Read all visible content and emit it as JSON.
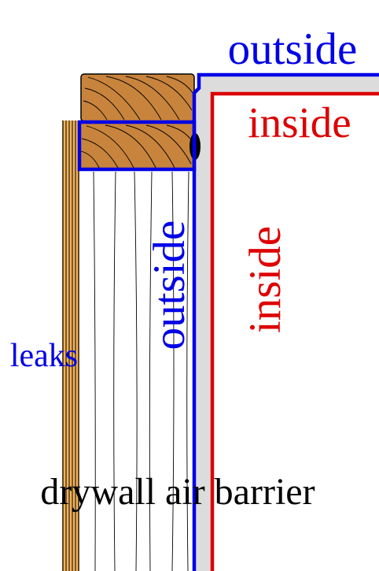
{
  "labels": {
    "outside_top": "outside",
    "inside_top": "inside",
    "outside_vertical": "outside",
    "inside_vertical": "inside",
    "leaks": "leaks",
    "caption": "drywall air barrier"
  },
  "colors": {
    "outside": "#0000e6",
    "inside": "#dd0000",
    "drywall": "#dcdcdc",
    "lumber": "#c8843c",
    "sheathing": "#f2b25a",
    "text": "#000000"
  }
}
